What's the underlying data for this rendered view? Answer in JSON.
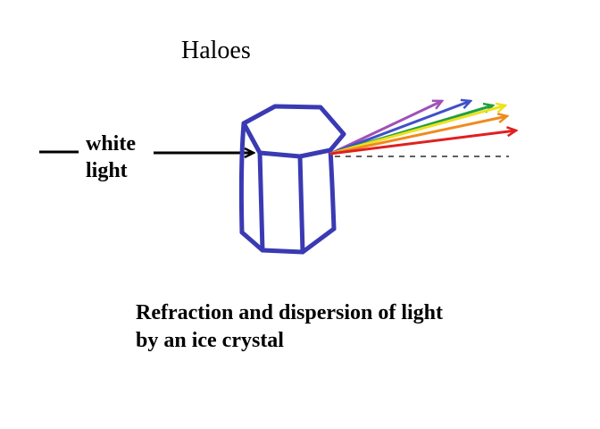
{
  "title": "Haloes",
  "incoming_label": {
    "line1": "white",
    "line2": "light"
  },
  "caption": {
    "line1": "Refraction and dispersion of light",
    "line2": "by an ice crystal"
  },
  "colors": {
    "crystal": "#3a3ab4",
    "incoming_ray": "#000000",
    "reference_line": "#000000"
  },
  "spectrum": [
    {
      "color": "#a050b8"
    },
    {
      "color": "#4050c8"
    },
    {
      "color": "#20a040"
    },
    {
      "color": "#f0e020"
    },
    {
      "color": "#f08a20"
    },
    {
      "color": "#e02020"
    }
  ]
}
